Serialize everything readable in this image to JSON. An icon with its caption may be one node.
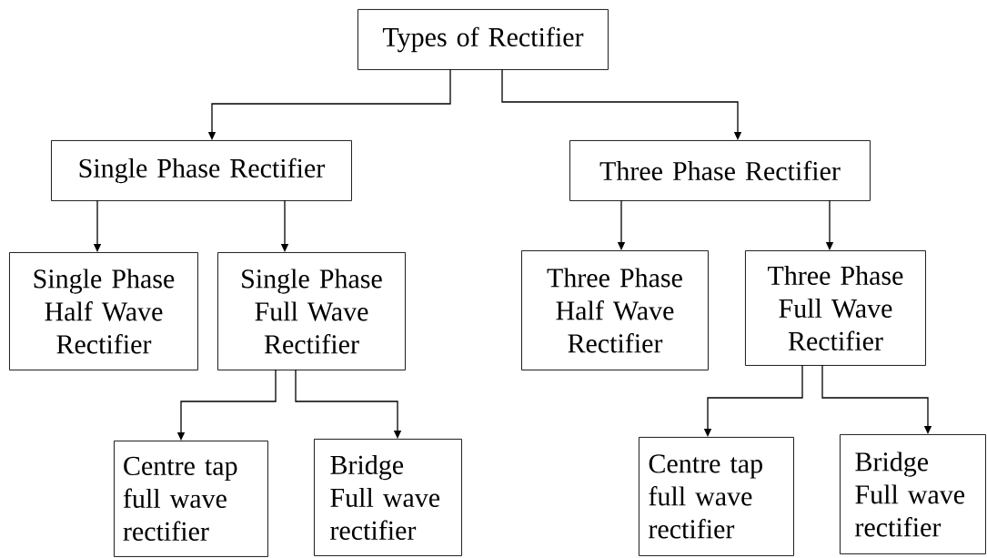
{
  "diagram": {
    "nodes": [
      {
        "text": [
          "Types of Rectifier"
        ]
      },
      {
        "text": [
          "Single Phase Rectifier"
        ]
      },
      {
        "text": [
          "Three Phase Rectifier"
        ]
      },
      {
        "text": [
          "Single Phase Half Wave Rectifier"
        ]
      },
      {
        "text": [
          "Single Phase Full Wave Rectifier"
        ]
      },
      {
        "text": [
          "Three Phase Half Wave Rectifier"
        ]
      },
      {
        "text": [
          "Three Phase Full Wave Rectifier"
        ]
      },
      {
        "text": [
          "Centre tap full wave rectifier"
        ]
      },
      {
        "text": [
          "Bridge Full wave rectifier"
        ]
      },
      {
        "text": [
          "Centre tap full wave rectifier"
        ]
      },
      {
        "text": [
          "Bridge Full wave rectifier"
        ]
      }
    ],
    "edges": [
      {
        "from": 0,
        "to": 1,
        "arrow": "to"
      },
      {
        "from": 0,
        "to": 2,
        "arrow": "to"
      },
      {
        "from": 1,
        "to": 3,
        "arrow": "to"
      },
      {
        "from": 1,
        "to": 4,
        "arrow": "to"
      },
      {
        "from": 2,
        "to": 5,
        "arrow": "to"
      },
      {
        "from": 2,
        "to": 6,
        "arrow": "to"
      },
      {
        "from": 4,
        "to": 7,
        "arrow": "to"
      },
      {
        "from": 4,
        "to": 8,
        "arrow": "to"
      },
      {
        "from": 6,
        "to": 9,
        "arrow": "to"
      },
      {
        "from": 6,
        "to": 10,
        "arrow": "to"
      }
    ]
  }
}
